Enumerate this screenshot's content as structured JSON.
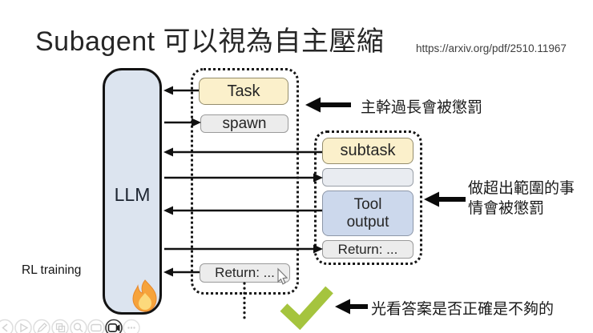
{
  "slide": {
    "title": "Subagent 可以視為自主壓縮",
    "link": "https://arxiv.org/pdf/2510.11967"
  },
  "diagram": {
    "llm_label": "LLM",
    "rl_training_label": "RL training",
    "main_trunk": {
      "task_label": "Task",
      "spawn_label": "spawn",
      "return_label": "Return: ..."
    },
    "subagent": {
      "subtask_label": "subtask",
      "empty_label": "",
      "tool_output_label": "Tool output",
      "return_label": "Return: ..."
    }
  },
  "annotations": {
    "trunk_penalty": "主幹過長會被懲罰",
    "scope_penalty_line1": "做超出範圍的事",
    "scope_penalty_line2": "情會被懲罰",
    "answer_check_note": "光看答案是否正確是不夠的"
  },
  "colors": {
    "task_fill": "#fbf0cb",
    "tool_output_fill": "#ccd8ec",
    "llm_fill": "#dce4ef",
    "gray_fill": "#ececec",
    "check_green": "#a5c43e",
    "flame_orange": "#f6a33b"
  },
  "toolbar": {
    "icons": [
      {
        "name": "back"
      },
      {
        "name": "play"
      },
      {
        "name": "annotate-pencil"
      },
      {
        "name": "copy"
      },
      {
        "name": "search"
      },
      {
        "name": "whiteboard"
      },
      {
        "name": "camera"
      },
      {
        "name": "more"
      }
    ]
  }
}
